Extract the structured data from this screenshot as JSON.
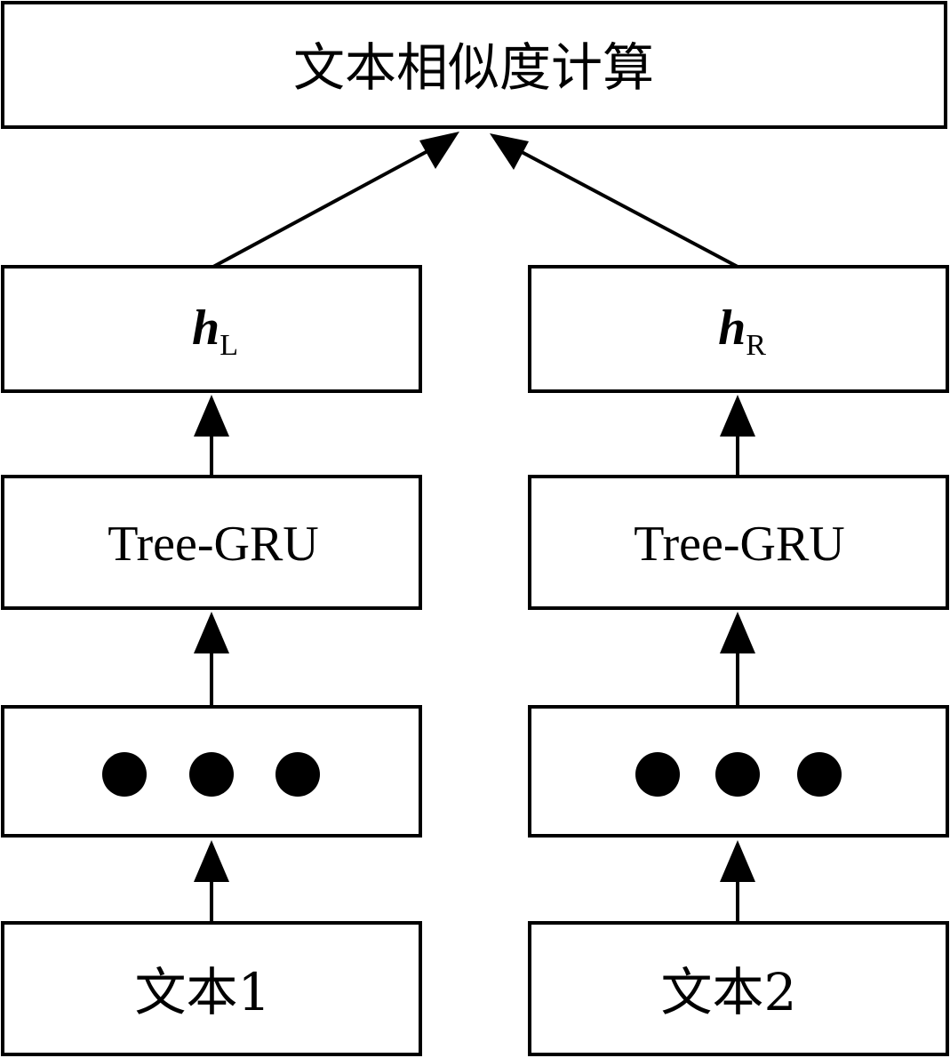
{
  "top": {
    "label": "文本相似度计算"
  },
  "left": {
    "hidden": {
      "symbol": "h",
      "subscript": "L"
    },
    "encoder": {
      "label": "Tree-GRU"
    },
    "input": {
      "label": "文本1"
    }
  },
  "right": {
    "hidden": {
      "symbol": "h",
      "subscript": "R"
    },
    "encoder": {
      "label": "Tree-GRU"
    },
    "input": {
      "label": "文本2"
    }
  }
}
